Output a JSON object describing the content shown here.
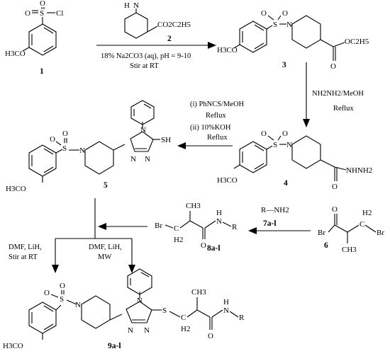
{
  "scheme": {
    "compounds": {
      "c1": {
        "number": "1",
        "groups": {
          "ome": "H3CO",
          "so2cl_cl": "Cl",
          "s": "S",
          "o": "O"
        }
      },
      "c2": {
        "number": "2",
        "groups": {
          "ester": "CO2C2H5",
          "nh": "N",
          "h": "H"
        }
      },
      "c3": {
        "number": "3",
        "groups": {
          "ome": "H3CO",
          "n": "N",
          "s": "S",
          "o": "O",
          "ester": "OC2H5"
        }
      },
      "c4": {
        "number": "4",
        "groups": {
          "ome": "H3CO",
          "n": "N",
          "s": "S",
          "o": "O",
          "hydrazide": "NHNH2"
        }
      },
      "c5": {
        "number": "5",
        "groups": {
          "ome": "H3CO",
          "n": "N",
          "s": "S",
          "o": "O",
          "sh": "SH"
        }
      },
      "c6": {
        "number": "6",
        "groups": {
          "br": "Br",
          "o": "O",
          "ch2": "H2",
          "c": "C",
          "ch3": "CH3"
        }
      },
      "c7": {
        "number": "7a-l",
        "formula": "R—NH2"
      },
      "c8": {
        "number": "8a-l",
        "groups": {
          "br": "Br",
          "h2": "H2",
          "c": "C",
          "ch3": "CH3",
          "o": "O",
          "nh": "N",
          "h": "H",
          "r": "R"
        }
      },
      "c9": {
        "number": "9a-l",
        "groups": {
          "ome": "H3CO",
          "n": "N",
          "s": "S",
          "o": "O",
          "h2": "H2",
          "c": "C",
          "ch3": "CH3",
          "nh": "N",
          "h": "H",
          "r": "R"
        }
      }
    },
    "conditions": {
      "step1": {
        "line1": "18% Na2CO3 (aq), pH = 9-10",
        "line2": "Stir at RT"
      },
      "step2": {
        "line1": "NH2NH2/MeOH",
        "line2": "Reflux"
      },
      "step3": {
        "line1": "(i) PhNCS/MeOH",
        "line2": "Reflux",
        "line3": "(ii) 10%KOH",
        "line4": "Reflux"
      },
      "step5a": {
        "line1": "DMF, LiH,",
        "line2": "Stir at RT"
      },
      "step5b": {
        "line1": "DMF, LiH,",
        "line2": "MW"
      }
    }
  }
}
